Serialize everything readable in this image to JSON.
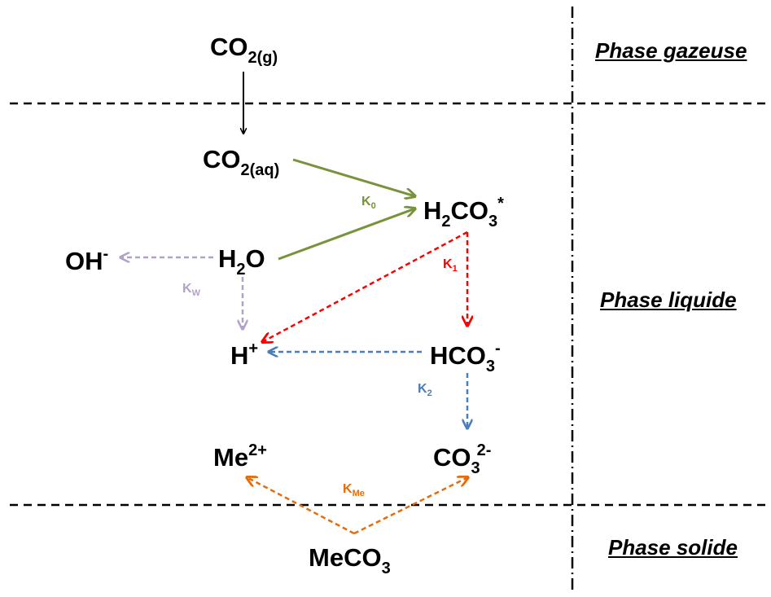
{
  "phases": {
    "gas": "Phase gazeuse",
    "liquid": "Phase liquide",
    "solid": "Phase solide"
  },
  "species": {
    "co2g": {
      "base": "CO",
      "sub": "2(g)"
    },
    "co2aq": {
      "base": "CO",
      "sub": "2(aq)"
    },
    "h2co3": {
      "base1": "H",
      "sub1": "2",
      "base2": "CO",
      "sub2": "3",
      "sup": "*"
    },
    "oh": {
      "base": "OH",
      "sup": "-"
    },
    "h2o": {
      "base1": "H",
      "sub1": "2",
      "base2": "O"
    },
    "hplus": {
      "base": "H",
      "sup": "+"
    },
    "hco3": {
      "base": "HCO",
      "sub": "3",
      "sup": "-"
    },
    "me2": {
      "base": "Me",
      "sup": "2+"
    },
    "co3": {
      "base": "CO",
      "sub": "3",
      "sup": "2-"
    },
    "meco3": {
      "base": "MeCO",
      "sub": "3"
    }
  },
  "constants": {
    "k0": {
      "base": "K",
      "sub": "0"
    },
    "k1": {
      "base": "K",
      "sub": "1"
    },
    "kw": {
      "base": "K",
      "sub": "W"
    },
    "k2": {
      "base": "K",
      "sub": "2"
    },
    "kme": {
      "base": "K",
      "sub": "Me"
    }
  },
  "colors": {
    "black": "#000000",
    "green": "#77933c",
    "red": "#ff0000",
    "lavender": "#b3a2c7",
    "blue": "#4a7ebb",
    "orange": "#e46c0a"
  }
}
